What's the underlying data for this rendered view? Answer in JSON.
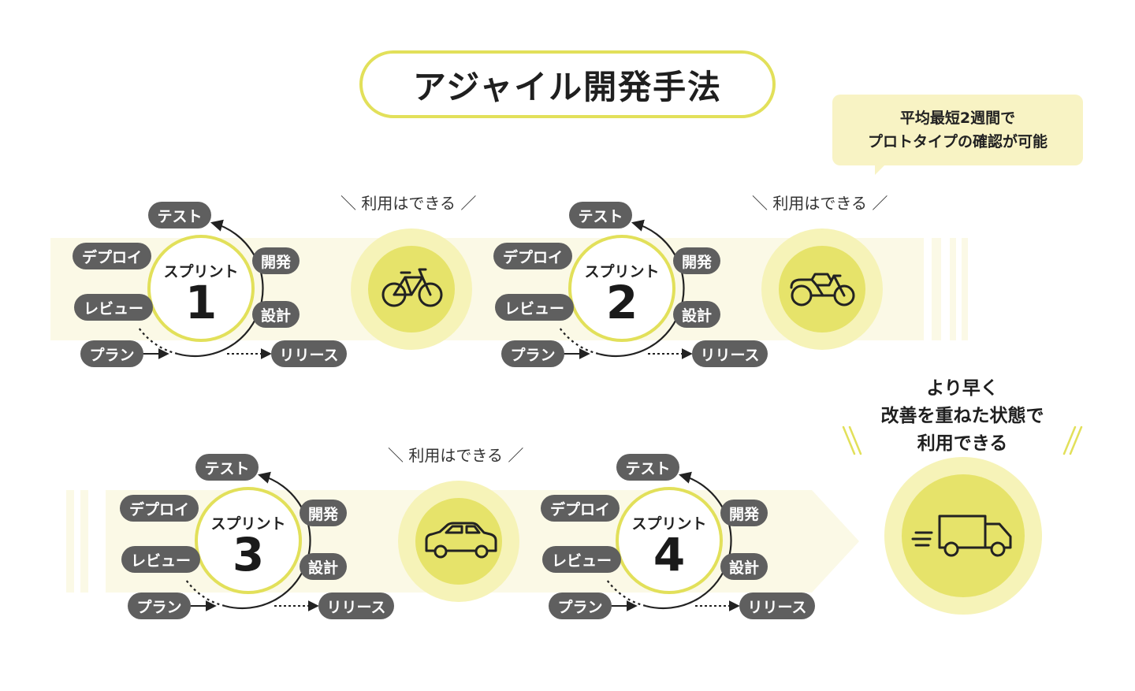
{
  "title": "アジャイル開発手法",
  "callout": {
    "line1": "平均最短2週間で",
    "line2": "プロトタイプの確認が可能"
  },
  "usable_label": "＼ 利用はできる ／",
  "final": {
    "line1": "より早く",
    "line2": "改善を重ねた状態で",
    "line3": "利用できる"
  },
  "stages": {
    "test": "テスト",
    "develop": "開発",
    "design": "設計",
    "release": "リリース",
    "plan": "プラン",
    "review": "レビュー",
    "deploy": "デプロイ"
  },
  "sprint_label": "スプリント",
  "sprints": [
    {
      "number": "1",
      "vehicle": "bicycle-icon"
    },
    {
      "number": "2",
      "vehicle": "motorcycle-icon"
    },
    {
      "number": "3",
      "vehicle": "car-icon"
    },
    {
      "number": "4",
      "vehicle": "truck-icon"
    }
  ],
  "colors": {
    "accent": "#e2e05a",
    "vehicle_fill": "#e6e36a",
    "halo": "#f6f3b8",
    "band": "#fbf9e6",
    "pill": "#5f5f5f",
    "callout": "#f8f3c4"
  }
}
